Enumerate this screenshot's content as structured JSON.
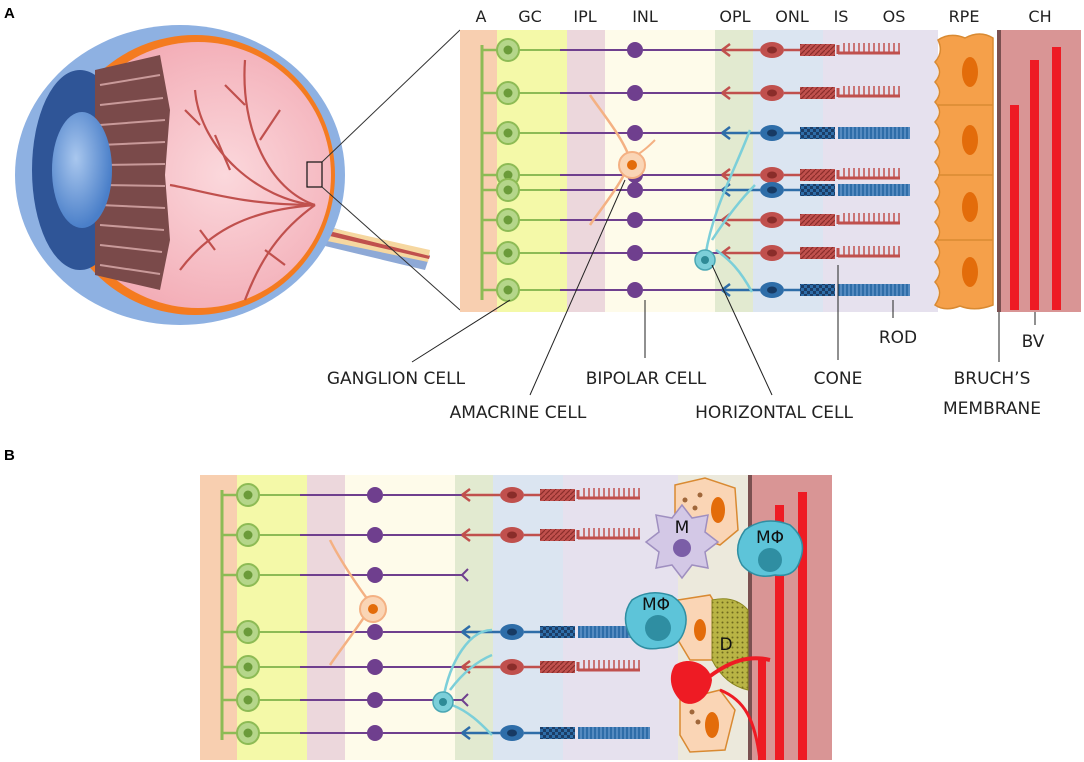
{
  "panels": {
    "a": "A",
    "b": "B"
  },
  "layers": [
    "A",
    "GC",
    "IPL",
    "INL",
    "OPL",
    "ONL",
    "IS",
    "OS",
    "RPE",
    "CH"
  ],
  "labels": {
    "ganglion": "GANGLION CELL",
    "amacrine": "AMACRINE CELL",
    "bipolar": "BIPOLAR CELL",
    "horizontal": "HORIZONTAL CELL",
    "cone": "CONE",
    "rod": "ROD",
    "bruch_line1": "BRUCH’S",
    "bruch_line2": "MEMBRANE",
    "bv": "BV"
  },
  "panel_b_cells": {
    "monocyte": "M",
    "macrophage": "MΦ",
    "drusen": "D"
  },
  "colors": {
    "axon_layer": "#f8cfb0",
    "gc_layer": "#f4f9a8",
    "ipl_layer": "#ecd7dc",
    "inl_layer": "#fefbea",
    "opl_layer": "#e2ead0",
    "onl_layer": "#dbe5f1",
    "isos_layer": "#e6e1ee",
    "rpe": "#f5a04a",
    "choroid": "#d99595",
    "blood_vessel": "#ee1b24",
    "ganglion": "#8dbb55",
    "bipolar": "#6f3f8e",
    "cone_rod_red": "#c0504d",
    "rod_blue": "#2e6da8",
    "amacrine": "#f4b183",
    "horizontal": "#7ccfd9"
  },
  "rows_panel_a": [
    "red",
    "red",
    "blue",
    "red",
    "blue",
    "red",
    "red",
    "blue"
  ],
  "rows_panel_b": [
    "red",
    "red",
    "none",
    "blue",
    "red",
    "none",
    "blue"
  ]
}
